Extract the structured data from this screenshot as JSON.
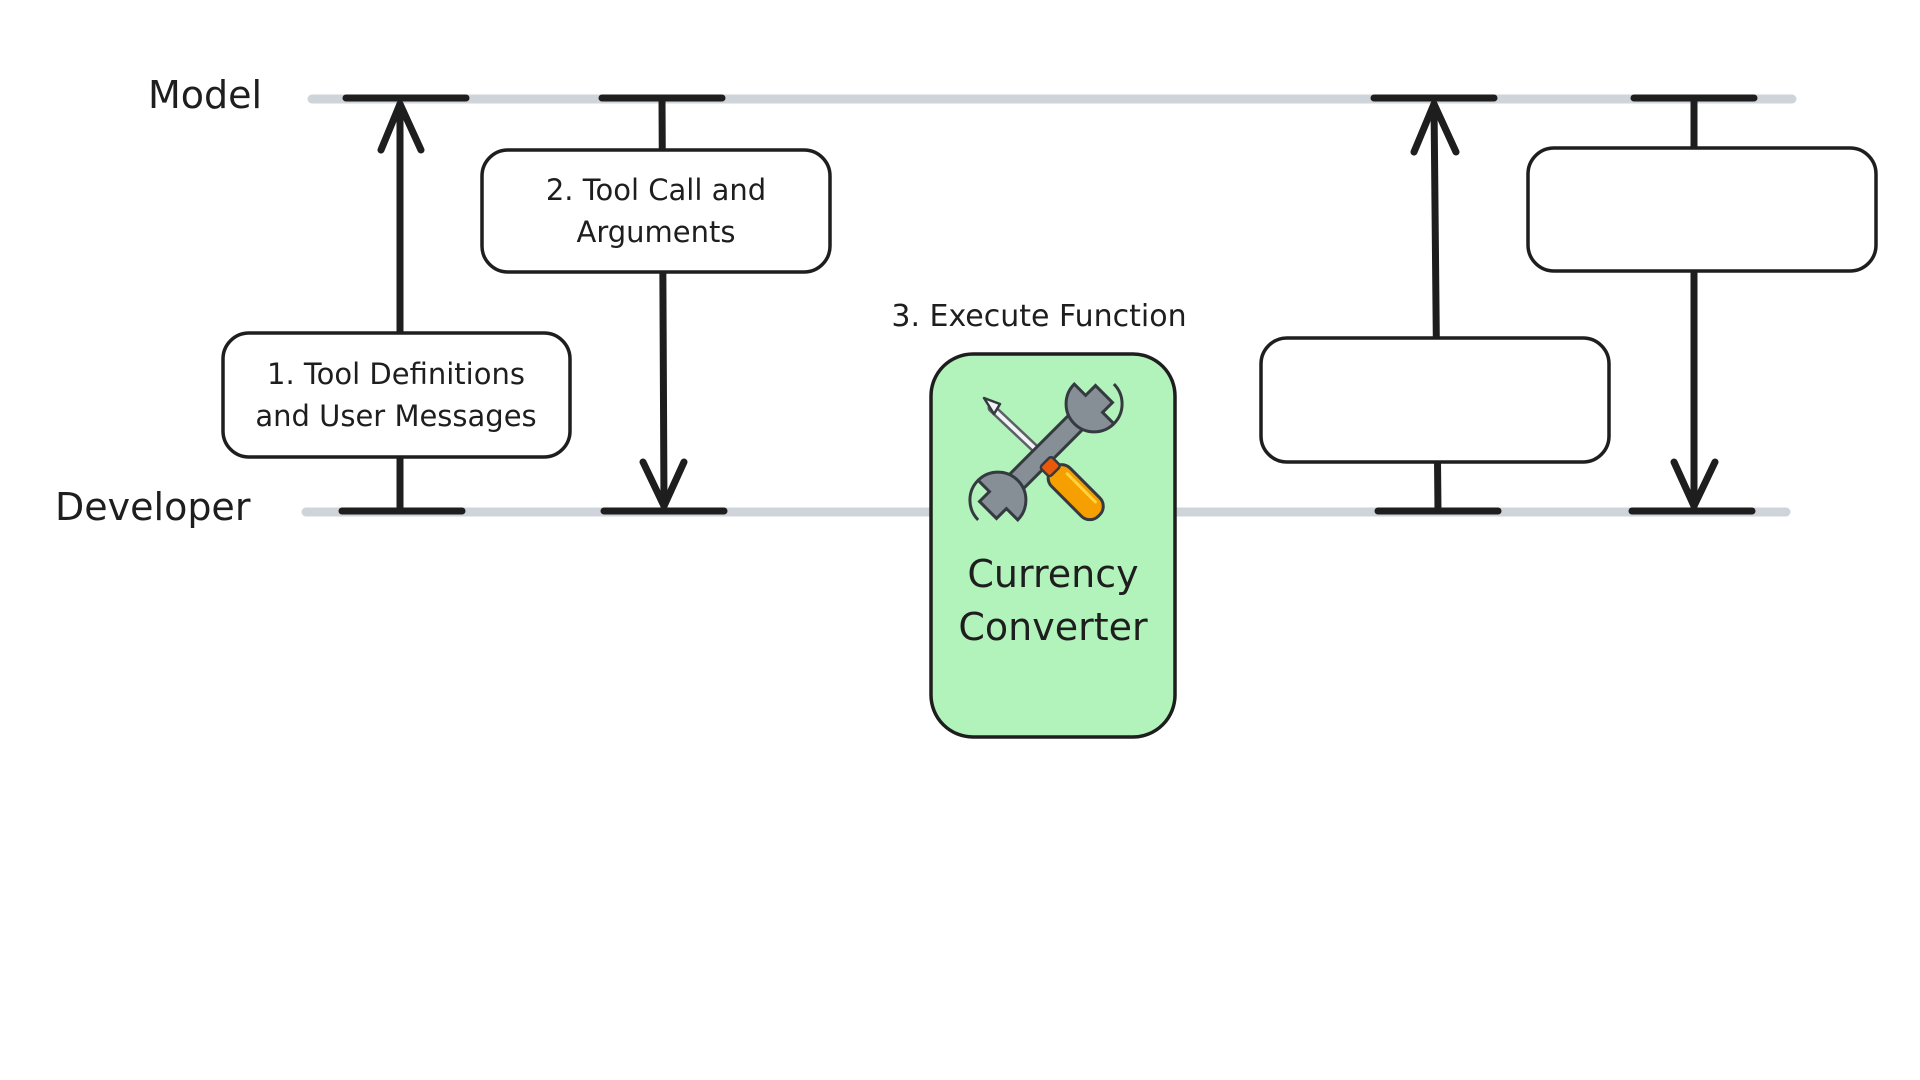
{
  "lanes": {
    "model": "Model",
    "developer": "Developer"
  },
  "steps": {
    "step1": {
      "line1": "1. Tool Definitions",
      "line2": "and User Messages"
    },
    "step2": {
      "line1": "2. Tool Call and",
      "line2": "Arguments"
    },
    "step3": {
      "label": "3. Execute Function"
    }
  },
  "tool": {
    "icon": "wrench-screwdriver-icon",
    "line1": "Currency",
    "line2": "Converter"
  },
  "colors": {
    "lane_line": "#ced4da",
    "stroke": "#1e1e1e",
    "tool_fill": "#b2f2bb",
    "wrench": "#868e96",
    "screwdriver_handle": "#f59f00"
  }
}
